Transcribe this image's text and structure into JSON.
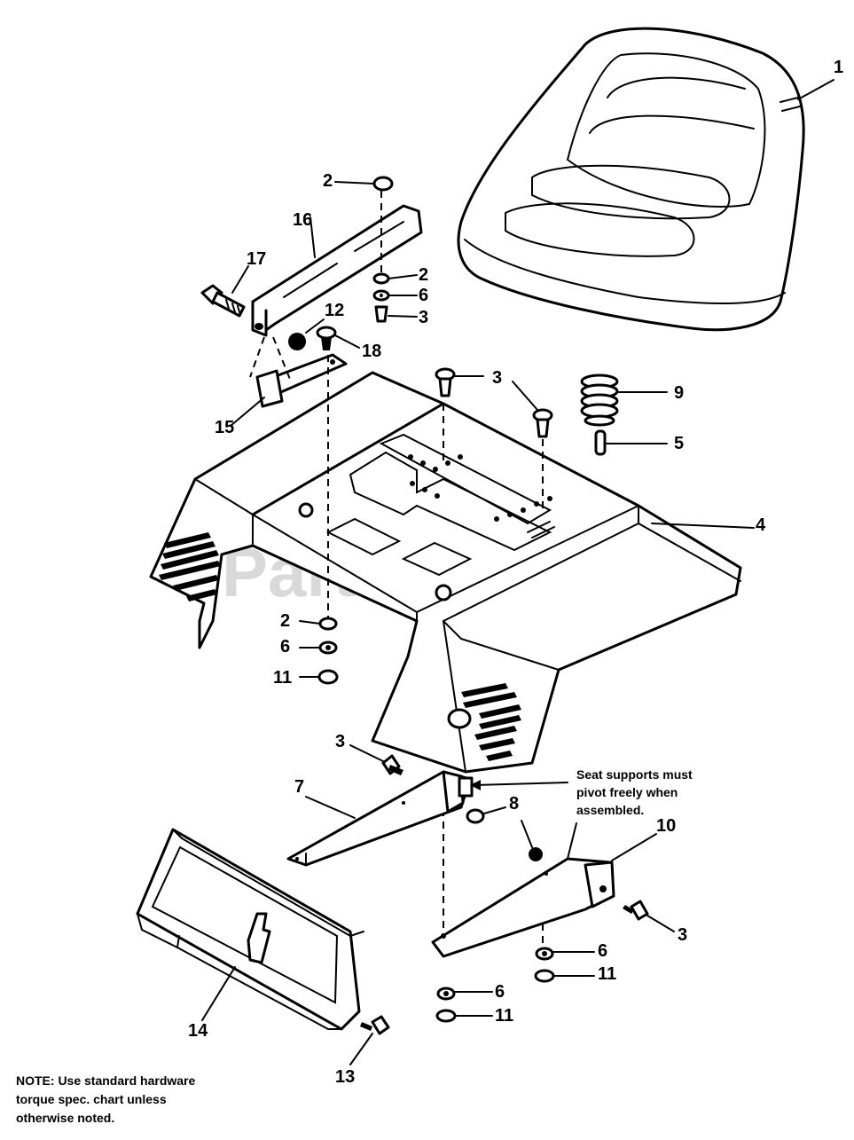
{
  "watermark": "PartsTree",
  "watermark_tm": "™",
  "callouts": {
    "c1": "1",
    "c2a": "2",
    "c2b": "2",
    "c2c": "2",
    "c3a": "3",
    "c3b": "3",
    "c3c": "3",
    "c3d": "3",
    "c4": "4",
    "c5": "5",
    "c6a": "6",
    "c6b": "6",
    "c6c": "6",
    "c6d": "6",
    "c7": "7",
    "c8": "8",
    "c9": "9",
    "c10": "10",
    "c11a": "11",
    "c11b": "11",
    "c11c": "11",
    "c12": "12",
    "c13": "13",
    "c14": "14",
    "c15": "15",
    "c16": "16",
    "c17": "17",
    "c18": "18"
  },
  "pivot_note": [
    "Seat supports must",
    "pivot freely when",
    "assembled."
  ],
  "footer_note": [
    "NOTE: Use standard hardware",
    "torque spec. chart unless",
    "otherwise noted."
  ]
}
